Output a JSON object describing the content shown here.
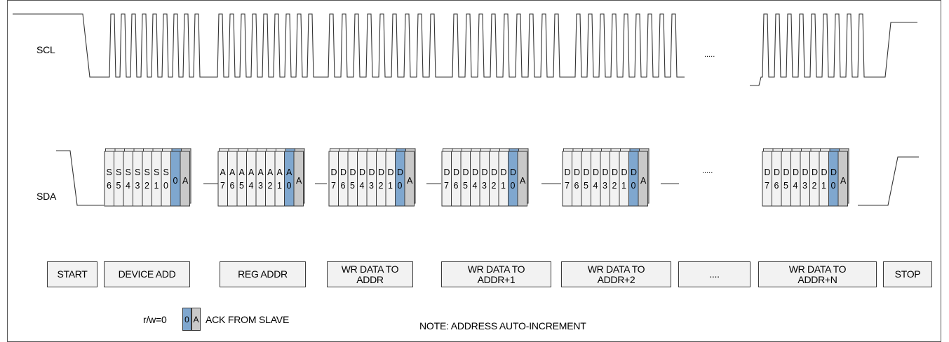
{
  "signals": {
    "scl_label": "SCL",
    "sda_label": "SDA"
  },
  "ellipsis": {
    "scl": ".....",
    "sda": ".....",
    "segment": "...."
  },
  "colors": {
    "rw_zero": "#7fa7cf",
    "ack": "#c9c9c9",
    "bit": "#f2f2f2",
    "frame": "#3a3a3a"
  },
  "bit_groups": [
    {
      "letter": "S",
      "digits": [
        "6",
        "5",
        "4",
        "3",
        "2",
        "1",
        "0"
      ],
      "rw": "0",
      "ack": "A"
    },
    {
      "letter": "A",
      "digits": [
        "7",
        "6",
        "5",
        "4",
        "3",
        "2",
        "1"
      ],
      "last_letter": "A",
      "last_digit": "0",
      "ack": "A"
    },
    {
      "letter": "D",
      "digits": [
        "7",
        "6",
        "5",
        "4",
        "3",
        "2",
        "1"
      ],
      "last_letter": "D",
      "last_digit": "0",
      "ack": "A"
    },
    {
      "letter": "D",
      "digits": [
        "7",
        "6",
        "5",
        "4",
        "3",
        "2",
        "1"
      ],
      "last_letter": "D",
      "last_digit": "0",
      "ack": "A"
    },
    {
      "letter": "D",
      "digits": [
        "7",
        "6",
        "5",
        "4",
        "3",
        "2",
        "1"
      ],
      "last_letter": "D",
      "last_digit": "0",
      "ack": "A"
    },
    {
      "letter": "D",
      "digits": [
        "7",
        "6",
        "5",
        "4",
        "3",
        "2",
        "1"
      ],
      "last_letter": "D",
      "last_digit": "0",
      "ack": "A"
    }
  ],
  "segments": {
    "start": "START",
    "device_add": "DEVICE ADD",
    "reg_addr": "REG ADDR",
    "wr1": "WR DATA TO\nADDR",
    "wr2": "WR DATA TO\nADDR+1",
    "wr3": "WR DATA TO\nADDR+2",
    "wr4": "WR DATA TO\nADDR+N",
    "stop": "STOP"
  },
  "legend": {
    "rw_label": "r/w=0",
    "zero": "0",
    "ack": "A",
    "ack_label": "ACK FROM SLAVE"
  },
  "note": "NOTE:  ADDRESS AUTO-INCREMENT"
}
